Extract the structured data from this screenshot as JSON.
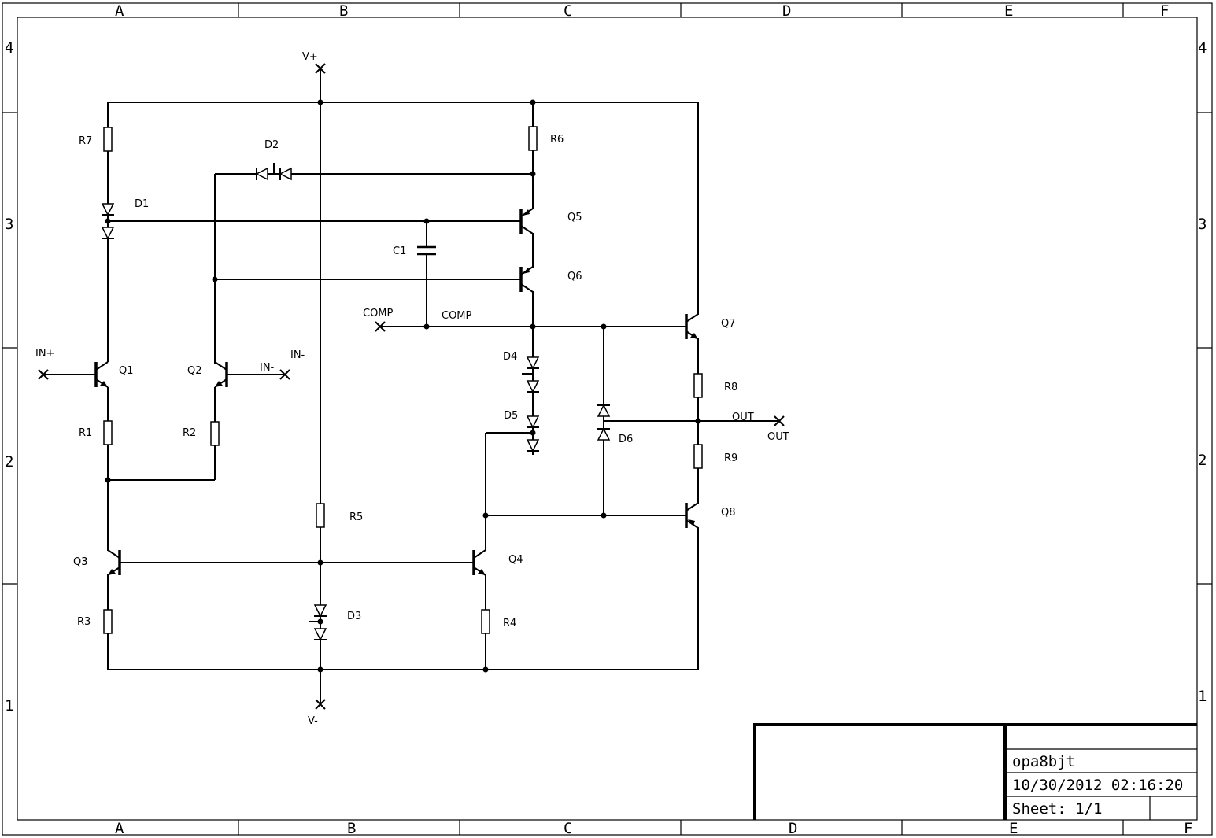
{
  "frame": {
    "columns": [
      "A",
      "B",
      "C",
      "D",
      "E",
      "F"
    ],
    "rows": [
      "4",
      "3",
      "2",
      "1"
    ]
  },
  "nets": {
    "vplus": "V+",
    "vminus": "V-",
    "in_plus": "IN+",
    "in_minus_port": "IN-",
    "in_minus_net": "IN-",
    "comp_port": "COMP",
    "comp_net": "COMP",
    "out_net": "OUT",
    "out_port": "OUT"
  },
  "components": {
    "R1": "R1",
    "R2": "R2",
    "R3": "R3",
    "R4": "R4",
    "R5": "R5",
    "R6": "R6",
    "R7": "R7",
    "R8": "R8",
    "R9": "R9",
    "Q1": "Q1",
    "Q2": "Q2",
    "Q3": "Q3",
    "Q4": "Q4",
    "Q5": "Q5",
    "Q6": "Q6",
    "Q7": "Q7",
    "Q8": "Q8",
    "D1": "D1",
    "D2": "D2",
    "D3": "D3",
    "D4": "D4",
    "D5": "D5",
    "D6": "D6",
    "C1": "C1"
  },
  "title_block": {
    "name": "opa8bjt",
    "date": "10/30/2012 02:16:20",
    "sheet": "Sheet: 1/1"
  }
}
